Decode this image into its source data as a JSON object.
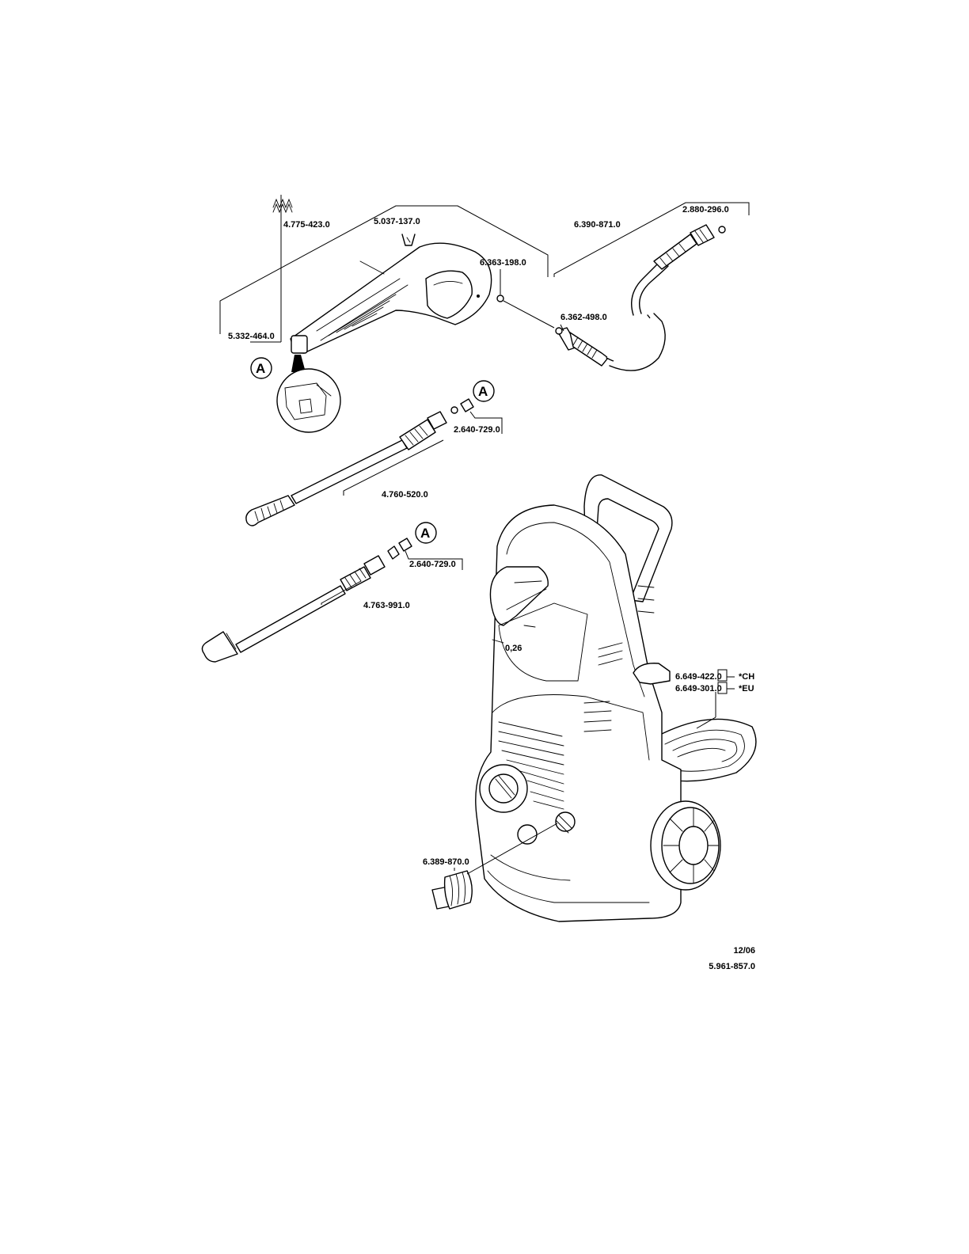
{
  "parts": {
    "trigger_gun": "4.775-423.0",
    "clip": "5.037-137.0",
    "oring_gun": "6.363-198.0",
    "hose": "6.390-871.0",
    "hose_seal": "2.880-296.0",
    "oring_hose": "6.362-498.0",
    "spring": "5.332-464.0",
    "nozzle_kit_upper": "2.640-729.0",
    "lance_upper": "4.760-520.0",
    "nozzle_kit_lower": "2.640-729.0",
    "lance_lower": "4.763-991.0",
    "cable_ch": "6.649-422.0",
    "cable_ch_suffix": "*CH",
    "cable_eu": "6.649-301.0",
    "cable_eu_suffix": "*EU",
    "water_inlet": "6.389-870.0"
  },
  "callouts": {
    "detail_letter": "A"
  },
  "machine_label": "0,26",
  "footer": {
    "date": "12/06",
    "doc_number": "5.961-857.0"
  }
}
